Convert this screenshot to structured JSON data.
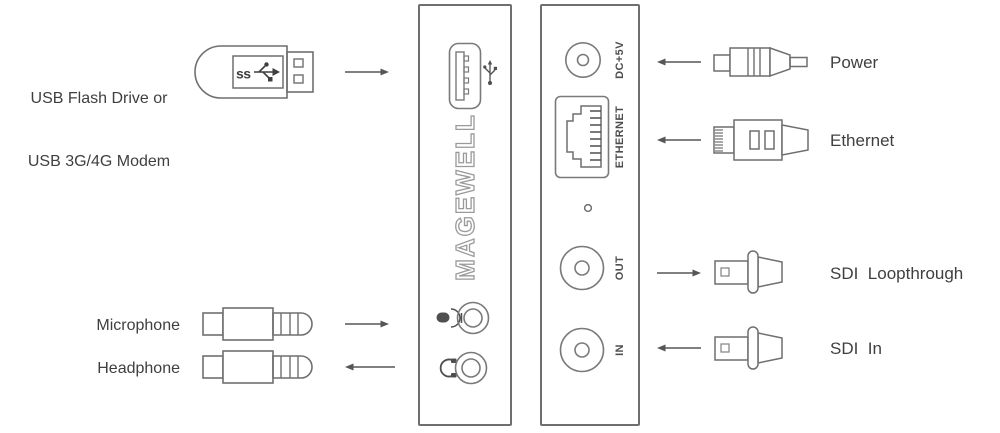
{
  "colors": {
    "outline": "#6f6f6f",
    "text": "#3f3f3f",
    "arrow": "#565656",
    "logo_outline": "#9a9a9a"
  },
  "left_column": {
    "usb": {
      "label_line1": "USB Flash Drive or",
      "label_line2": "USB 3G/4G Modem",
      "ss_label": "ss",
      "icon": "usb-flash-drive-icon",
      "arrow_direction": "right"
    },
    "microphone": {
      "label": "Microphone",
      "icon": "audio-jack-plug-icon",
      "arrow_direction": "right"
    },
    "headphone": {
      "label": "Headphone",
      "icon": "audio-jack-plug-icon",
      "arrow_direction": "left"
    }
  },
  "device": {
    "brand_logo": "MAGEWELL",
    "left_panel": {
      "usb_port_icon": "usb-a-port-icon",
      "usb_symbol_icon": "usb-trident-icon",
      "microphone_icon": "microphone-icon",
      "headphone_icon": "headphone-icon"
    },
    "right_panel": {
      "labels": {
        "power": "DC+5V",
        "ethernet": "ETHERNET",
        "sdi_out": "OUT",
        "sdi_in": "IN"
      }
    }
  },
  "right_column": {
    "power": {
      "label": "Power",
      "icon": "dc-power-plug-icon",
      "arrow_direction": "left"
    },
    "ethernet": {
      "label": "Ethernet",
      "icon": "rj45-plug-icon",
      "arrow_direction": "left"
    },
    "sdi_loopthrough": {
      "label": "SDI  Loopthrough",
      "icon": "bnc-connector-icon",
      "arrow_direction": "right"
    },
    "sdi_in": {
      "label": "SDI  In",
      "icon": "bnc-connector-icon",
      "arrow_direction": "left"
    }
  }
}
